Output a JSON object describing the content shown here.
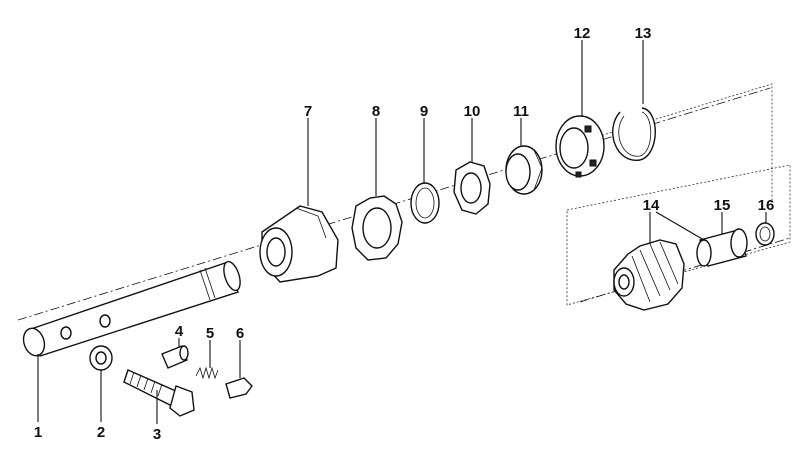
{
  "diagram": {
    "part_labels": [
      "1",
      "2",
      "3",
      "4",
      "5",
      "6",
      "7",
      "8",
      "9",
      "10",
      "11",
      "12",
      "13",
      "14",
      "15",
      "16"
    ]
  }
}
